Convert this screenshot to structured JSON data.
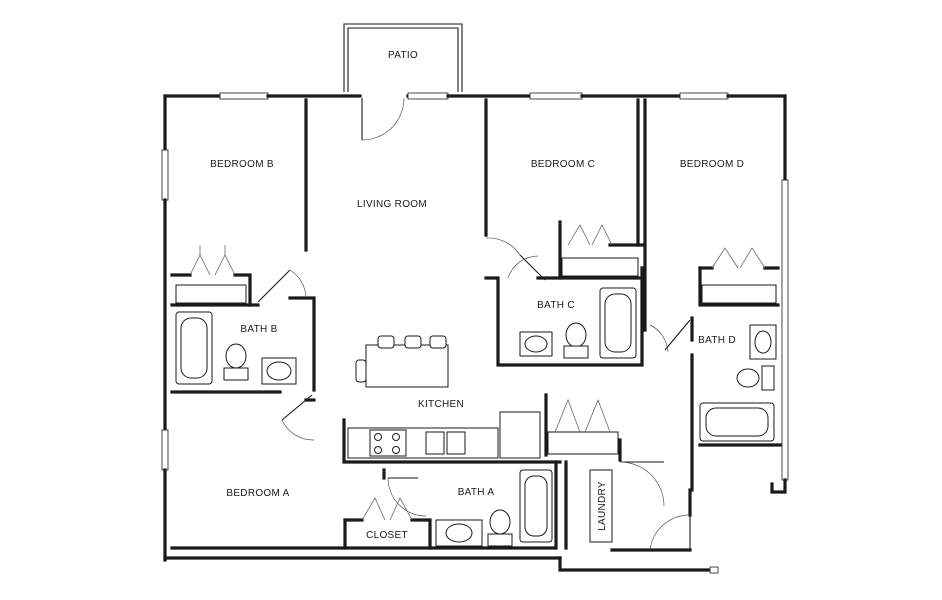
{
  "rooms": {
    "patio": "PATIO",
    "bedroom_a": "BEDROOM A",
    "bedroom_b": "BEDROOM B",
    "bedroom_c": "BEDROOM C",
    "bedroom_d": "BEDROOM D",
    "living_room": "LIVING ROOM",
    "kitchen": "KITCHEN",
    "bath_a": "BATH A",
    "bath_b": "BATH B",
    "bath_c": "BATH C",
    "bath_d": "BATH D",
    "closet": "CLOSET",
    "laundry": "LAUNDRY"
  }
}
